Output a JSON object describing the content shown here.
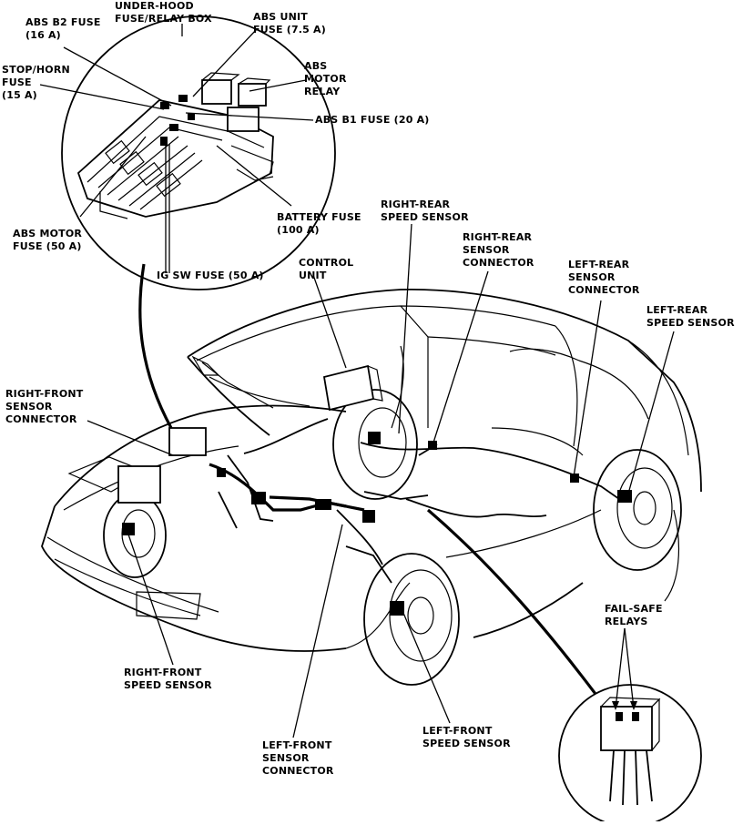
{
  "labels": {
    "abs_b2_fuse": "ABS B2 FUSE\n(16 A)",
    "under_hood_box": "UNDER-HOOD\nFUSE/RELAY BOX",
    "abs_unit_fuse": "ABS UNIT\nFUSE (7.5 A)",
    "stop_horn_fuse": "STOP/HORN\nFUSE\n(15 A)",
    "abs_motor_relay": "ABS\nMOTOR\nRELAY",
    "abs_b1_fuse": "ABS B1 FUSE (20 A)",
    "battery_fuse": "BATTERY FUSE\n(100 A)",
    "abs_motor_fuse": "ABS MOTOR\nFUSE (50 A)",
    "ig_sw_fuse": "IG SW FUSE (50 A)",
    "control_unit": "CONTROL\nUNIT",
    "right_rear_speed_sensor": "RIGHT-REAR\nSPEED SENSOR",
    "right_rear_sensor_connector": "RIGHT-REAR\nSENSOR\nCONNECTOR",
    "left_rear_sensor_connector": "LEFT-REAR\nSENSOR\nCONNECTOR",
    "left_rear_speed_sensor": "LEFT-REAR\nSPEED SENSOR",
    "right_front_sensor_connector": "RIGHT-FRONT\nSENSOR\nCONNECTOR",
    "fail_safe_relays": "FAIL-SAFE\nRELAYS",
    "right_front_speed_sensor": "RIGHT-FRONT\nSPEED SENSOR",
    "left_front_speed_sensor": "LEFT-FRONT\nSPEED SENSOR",
    "left_front_sensor_connector": "LEFT-FRONT\nSENSOR\nCONNECTOR"
  }
}
